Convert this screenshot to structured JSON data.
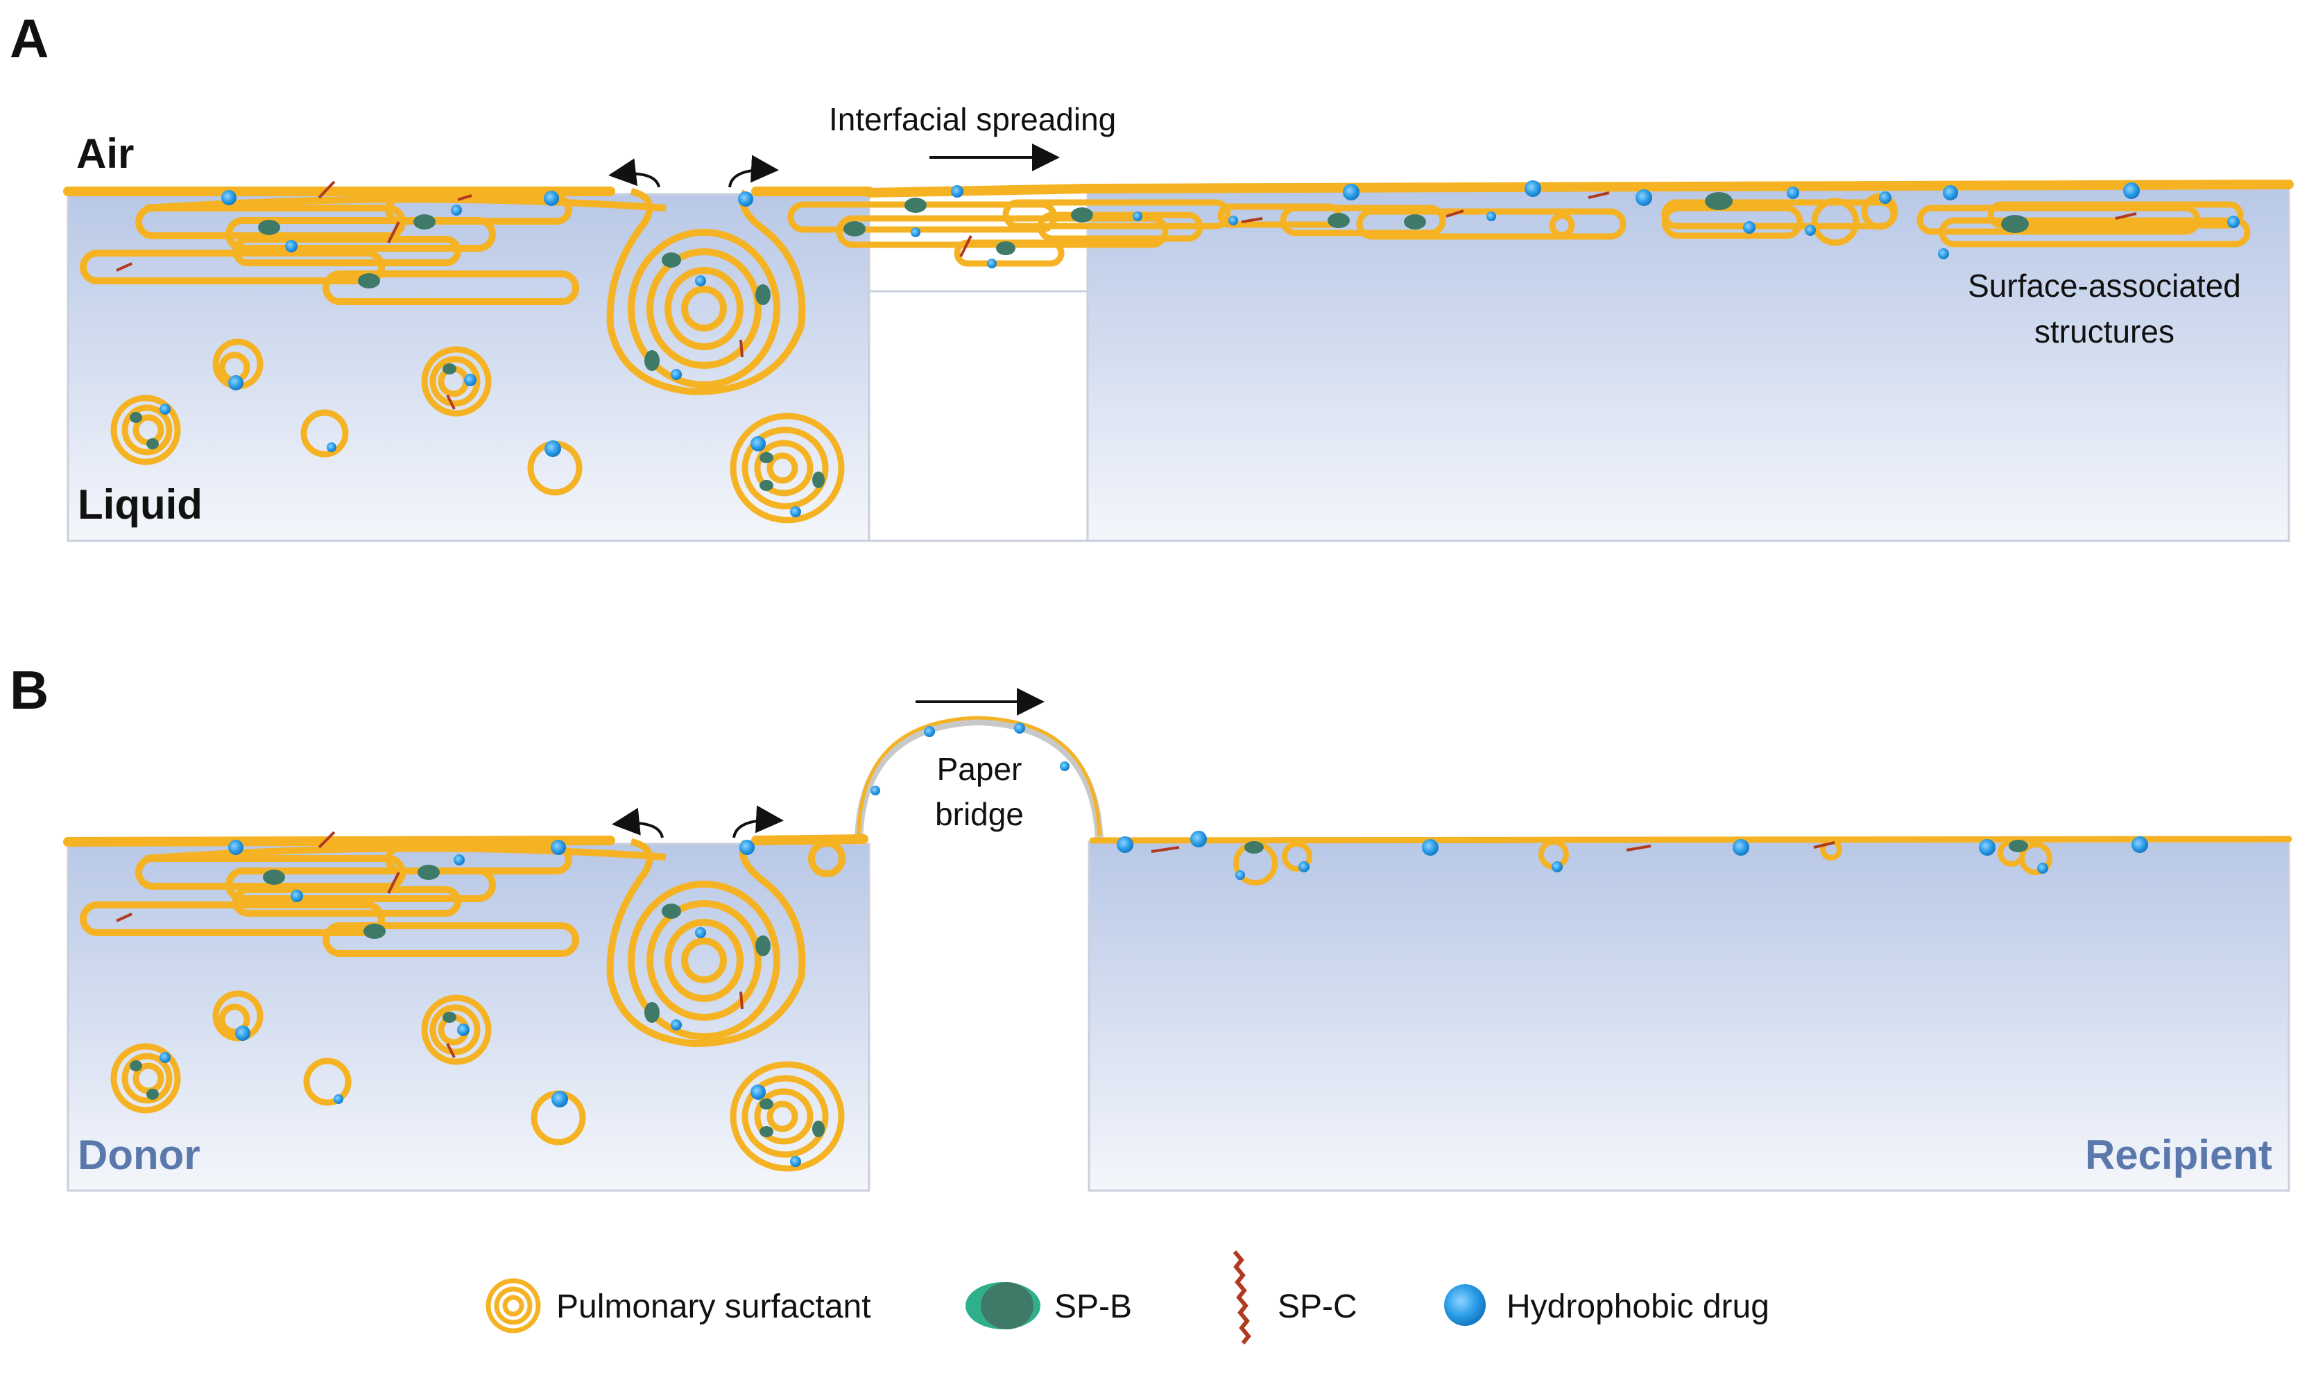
{
  "panel_a": {
    "letter": "A",
    "air_label": "Air",
    "liquid_label": "Liquid",
    "spreading_label": "Interfacial spreading",
    "surface_label_line1": "Surface-associated",
    "surface_label_line2": "structures"
  },
  "panel_b": {
    "letter": "B",
    "bridge_label_line1": "Paper",
    "bridge_label_line2": "bridge",
    "donor_label": "Donor",
    "recipient_label": "Recipient"
  },
  "legend": [
    {
      "icon": "pulmonary-surfactant-icon",
      "label": "Pulmonary surfactant"
    },
    {
      "icon": "sp-b-icon",
      "label": "SP-B"
    },
    {
      "icon": "sp-c-icon",
      "label": "SP-C"
    },
    {
      "icon": "hydrophobic-drug-icon",
      "label": "Hydrophobic drug"
    }
  ],
  "colors": {
    "surfactant": "#f5b324",
    "sp_b": "#3f7a68",
    "sp_c": "#b03a1e",
    "drug": "#2c9ee8",
    "liquid_top": "#b8c8e6",
    "liquid_bottom": "#f4f6fb",
    "chamber_label": "#5b78ad"
  }
}
